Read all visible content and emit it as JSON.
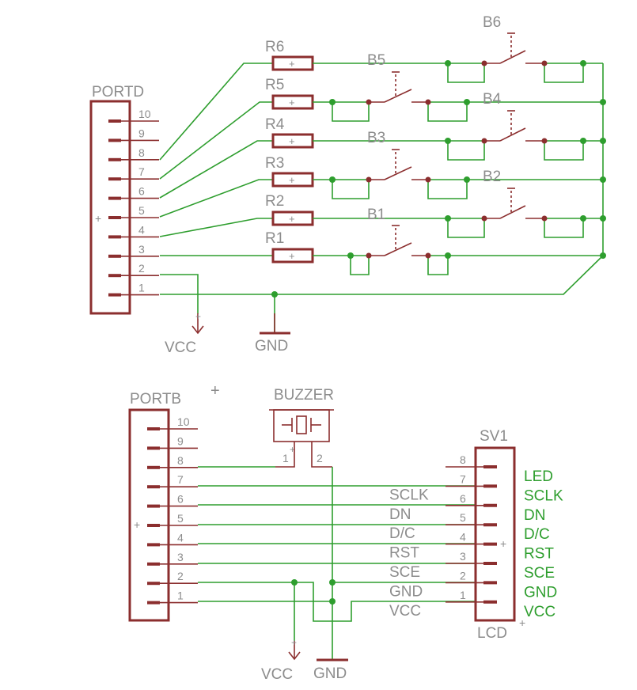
{
  "portd": {
    "name": "PORTD",
    "pins": [
      "10",
      "9",
      "8",
      "7",
      "6",
      "5",
      "4",
      "3",
      "2",
      "1"
    ]
  },
  "portb": {
    "name": "PORTB",
    "pins": [
      "10",
      "9",
      "8",
      "7",
      "6",
      "5",
      "4",
      "3",
      "2",
      "1"
    ]
  },
  "resistors": [
    "R6",
    "R5",
    "R4",
    "R3",
    "R2",
    "R1"
  ],
  "buttons": [
    "B6",
    "B5",
    "B4",
    "B3",
    "B2",
    "B1"
  ],
  "supplies": {
    "vcc_top": "VCC",
    "gnd_top": "GND",
    "vcc_bottom": "VCC",
    "gnd_bottom": "GND"
  },
  "buzzer": {
    "name": "BUZZER",
    "pin1": "1",
    "pin2": "2"
  },
  "lcd": {
    "name": "SV1",
    "value": "LCD",
    "pin_numbers": [
      "8",
      "7",
      "6",
      "5",
      "4",
      "3",
      "2",
      "1"
    ],
    "inner_labels": [
      "SCLK",
      "DN",
      "D/C",
      "RST",
      "SCE",
      "GND",
      "VCC"
    ],
    "net_labels": [
      "LED",
      "SCLK",
      "DN",
      "D/C",
      "RST",
      "SCE",
      "GND",
      "VCC"
    ]
  }
}
